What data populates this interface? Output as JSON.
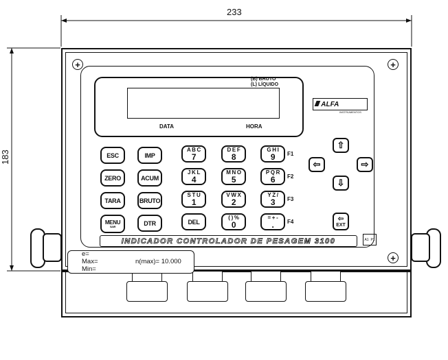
{
  "dimensions": {
    "width_label": "233",
    "height_label": "183"
  },
  "display": {
    "bruto_label": "(B) BRUTO",
    "liquido_label": "(L) LÍQUIDO",
    "data_label": "DATA",
    "hora_label": "HORA"
  },
  "logo": {
    "mark": "/////",
    "name": "ALFA",
    "sub": "INSTRUMENTOS"
  },
  "keys": {
    "esc": "ESC",
    "imp": "IMP",
    "zero": "ZERO",
    "acum": "ACUM",
    "tara": "TARA",
    "bruto": "BRUTO",
    "menu": "MENU",
    "menu_sub": "SAIR",
    "dtr": "DTR",
    "del": "DEL",
    "ext": "EXT",
    "k7_top": "A B C",
    "k7": "7",
    "k8_top": "D E F",
    "k8": "8",
    "k9_top": "G H I",
    "k9": "9",
    "k4_top": "J K L",
    "k4": "4",
    "k5_top": "M N O",
    "k5": "5",
    "k6_top": "P Q R",
    "k6": "6",
    "k1_top": "S T U",
    "k1": "1",
    "k2_top": "V W X",
    "k2": "2",
    "k3_top": "Y Z /",
    "k3": "3",
    "k0_top": "( ) %",
    "k0": "0",
    "kdot_top": "= + -",
    "kdot": "."
  },
  "function_labels": {
    "f1": "F1",
    "f2": "F2",
    "f3": "F3",
    "f4": "F4"
  },
  "arrows": {
    "up": "⇧",
    "left": "⇦",
    "right": "⇨",
    "down": "⇩",
    "ext_arrow": "⇦"
  },
  "banner": "INDICADOR CONTROLADOR DE PESAGEM 3100",
  "badge": {
    "left": "A1",
    "right": "P1"
  },
  "spec_label": {
    "e": "e=",
    "max": "Max=",
    "nmax": "n(max)= 10.000",
    "min": "Min="
  }
}
